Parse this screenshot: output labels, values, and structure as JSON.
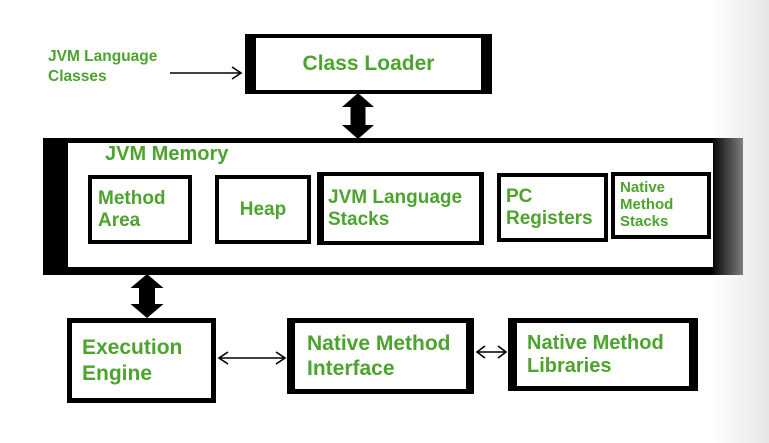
{
  "colors": {
    "accent_green": "#4CA32D",
    "line_black": "#000000",
    "background": "#ffffff",
    "page_edge_gray": "#e6e6e6"
  },
  "diagram": {
    "input_label": "JVM Language Classes",
    "class_loader_label": "Class Loader",
    "jvm_memory": {
      "title": "JVM Memory",
      "components": [
        "Method Area",
        "Heap",
        "JVM Language Stacks",
        "PC Registers",
        "Native Method Stacks"
      ]
    },
    "execution_engine_label": "Execution Engine",
    "native_method_interface_label": "Native Method Interface",
    "native_method_libraries_label": "Native Method Libraries"
  }
}
